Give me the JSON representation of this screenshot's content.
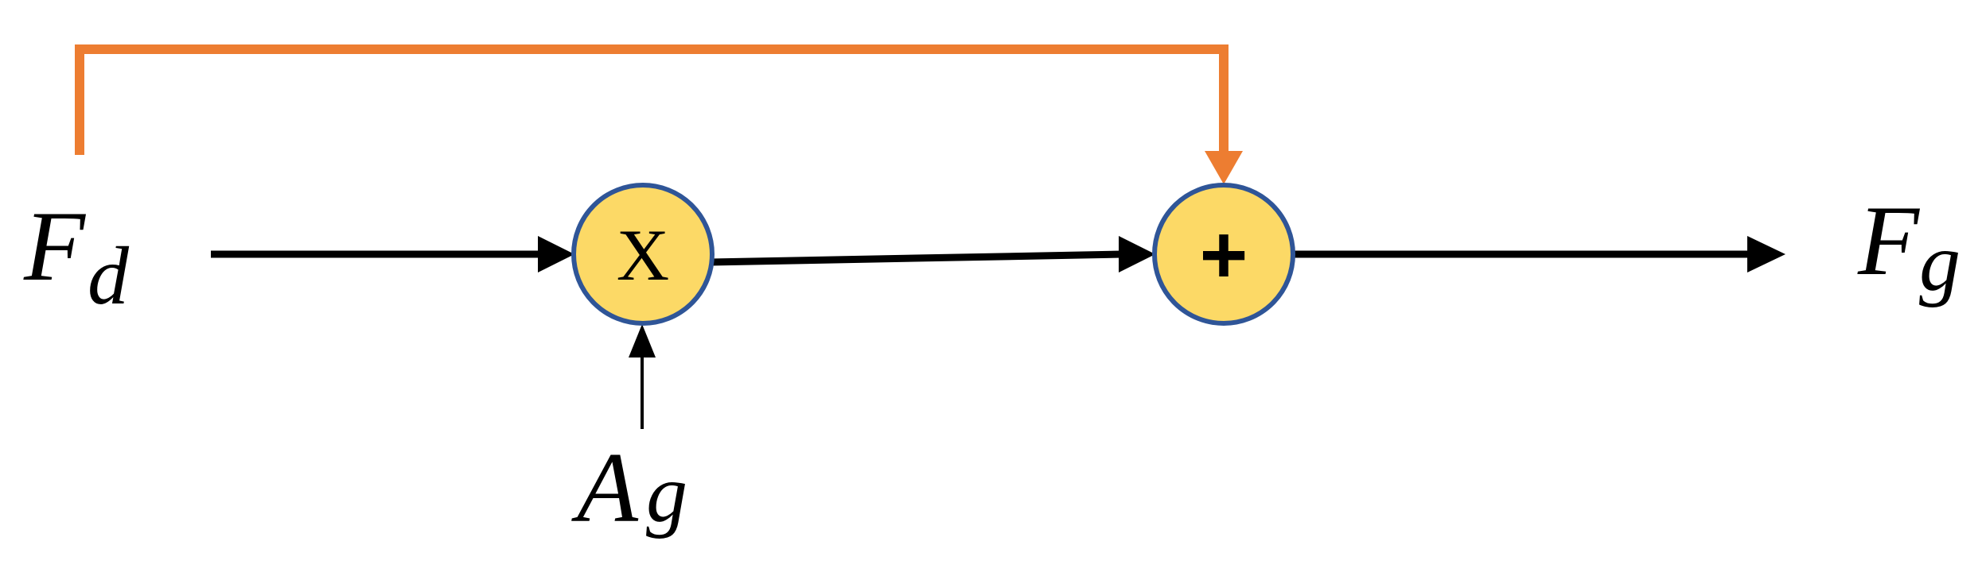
{
  "inputs": {
    "fd": {
      "main": "F",
      "sub": "d"
    },
    "ag": {
      "main": "A",
      "sub": "g"
    }
  },
  "output": {
    "fg": {
      "main": "F",
      "sub": "g"
    }
  },
  "operators": {
    "multiply": {
      "label": "X"
    },
    "add": {
      "label": "+"
    }
  },
  "colors": {
    "arrow": "#000000",
    "skip_connection": "#ED7D31",
    "node_fill": "#FCD966",
    "node_stroke": "#2F5597"
  }
}
